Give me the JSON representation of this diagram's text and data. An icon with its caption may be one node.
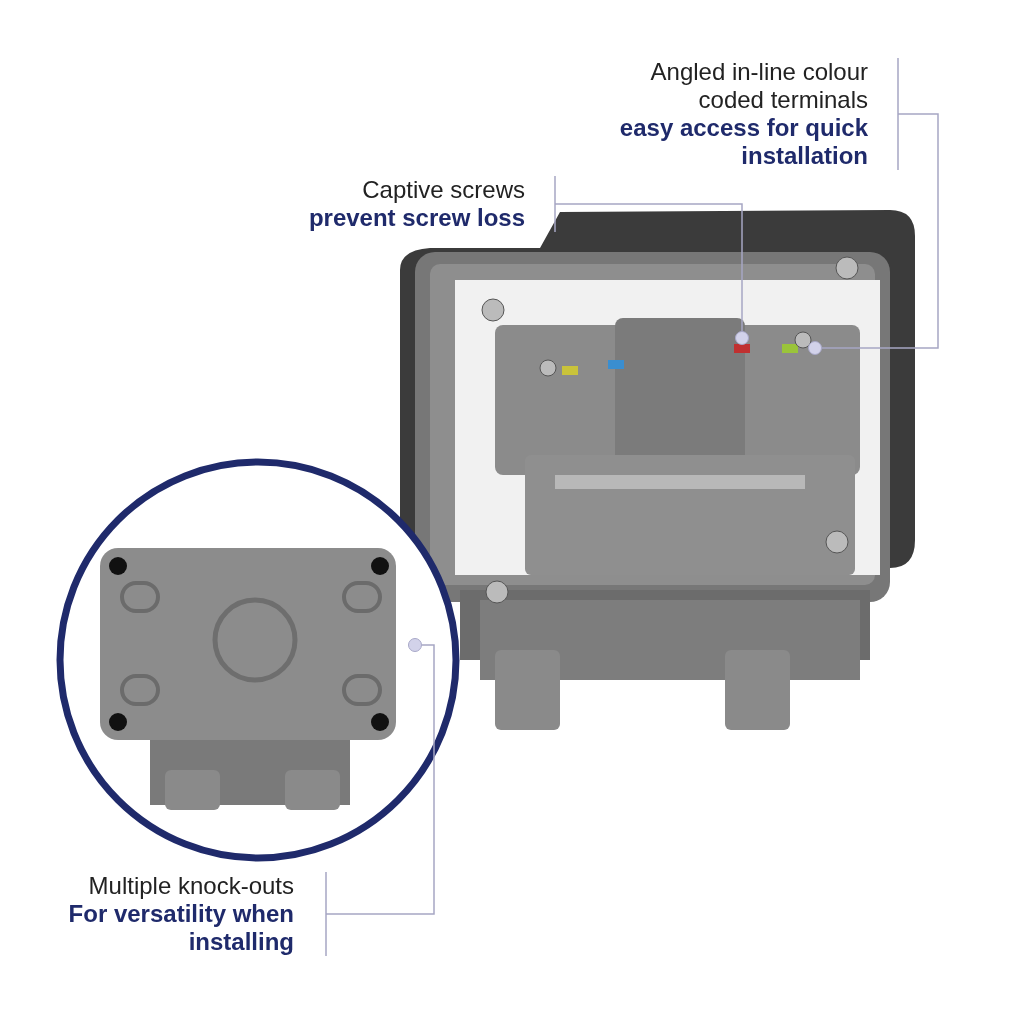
{
  "diagram": {
    "nodes": [
      {
        "text": [
          "Angled in-line colour coded terminals",
          "easy access for quick installation"
        ]
      },
      {
        "text": [
          "Captive screws",
          "prevent screw loss"
        ]
      },
      {
        "text": [
          "Multiple knock-outs",
          "For versatility when installing"
        ]
      },
      {
        "text": [],
        "shape": "circle"
      },
      {
        "text": [],
        "shape": "circle"
      },
      {
        "text": [],
        "shape": "circle"
      }
    ],
    "edges": [
      {
        "from": 0,
        "to": 3,
        "arrow": "none"
      },
      {
        "from": 1,
        "to": 4,
        "arrow": "none"
      },
      {
        "from": 2,
        "to": 5,
        "arrow": "none"
      }
    ]
  }
}
